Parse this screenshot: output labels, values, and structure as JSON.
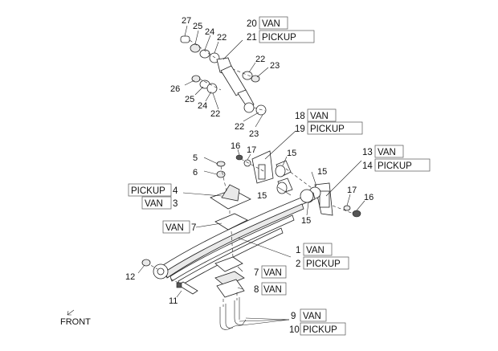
{
  "callouts": {
    "c27": "27",
    "c25a": "25",
    "c24a": "24",
    "c22a": "22",
    "c22b": "22",
    "c23a": "23",
    "c26": "26",
    "c25b": "25",
    "c24b": "24",
    "c22c": "22",
    "c22d": "22",
    "c23b": "23",
    "c16a": "16",
    "c17a": "17",
    "c15a": "15",
    "c15b": "15",
    "c15c": "15",
    "c15d": "15",
    "c5": "5",
    "c6": "6",
    "c17b": "17",
    "c16b": "16",
    "c12": "12",
    "c11": "11"
  },
  "labels": {
    "l20": {
      "num": "20",
      "text": "VAN"
    },
    "l21": {
      "num": "21",
      "text": "PICKUP"
    },
    "l18": {
      "num": "18",
      "text": "VAN"
    },
    "l19": {
      "num": "19",
      "text": "PICKUP"
    },
    "l13": {
      "num": "13",
      "text": "VAN"
    },
    "l14": {
      "num": "14",
      "text": "PICKUP"
    },
    "l4": {
      "text": "PICKUP",
      "num": "4"
    },
    "l3": {
      "text": "VAN",
      "num": "3"
    },
    "l7a": {
      "text": "VAN",
      "num": "7"
    },
    "l1": {
      "num": "1",
      "text": "VAN"
    },
    "l2": {
      "num": "2",
      "text": "PICKUP"
    },
    "l7b": {
      "num": "7",
      "text": "VAN"
    },
    "l8": {
      "num": "8",
      "text": "VAN"
    },
    "l9": {
      "num": "9",
      "text": "VAN"
    },
    "l10": {
      "num": "10",
      "text": "PICKUP"
    }
  },
  "front": "FRONT"
}
